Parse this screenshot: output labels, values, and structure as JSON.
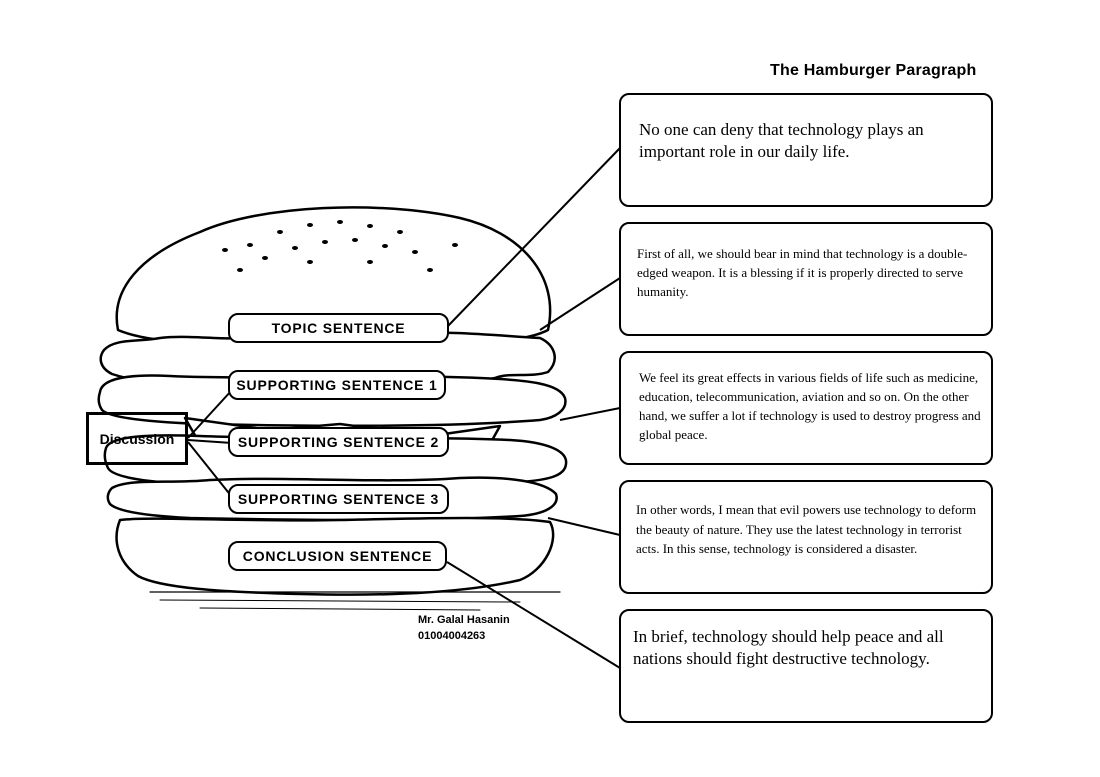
{
  "title": "The Hamburger Paragraph",
  "labels": {
    "topic": "Topic Sentence",
    "support1": "Supporting Sentence 1",
    "support2": "Supporting Sentence 2",
    "support3": "Supporting Sentence 3",
    "conclusion": "Conclusion Sentence"
  },
  "discussion_label": "Discussion",
  "boxes": {
    "topic": "No one can deny that technology plays an important role in our daily life.",
    "support1": "First of all, we should bear in mind that technology is a double-edged weapon. It is a blessing if it is properly directed to serve humanity.",
    "support2": "We feel its great effects in various fields of life such as medicine, education, telecommunication, aviation and so on. On the other hand, we suffer a lot if technology is used to destroy progress and global peace.",
    "support3": "In other words, I mean that evil powers use technology to deform the beauty of nature. They use the latest technology in terrorist acts. In this sense, technology is considered a disaster.",
    "conclusion": "In brief, technology should help peace and all nations should fight destructive technology."
  },
  "author": {
    "name": "Mr. Galal Hasanin",
    "phone": "01004004263"
  }
}
